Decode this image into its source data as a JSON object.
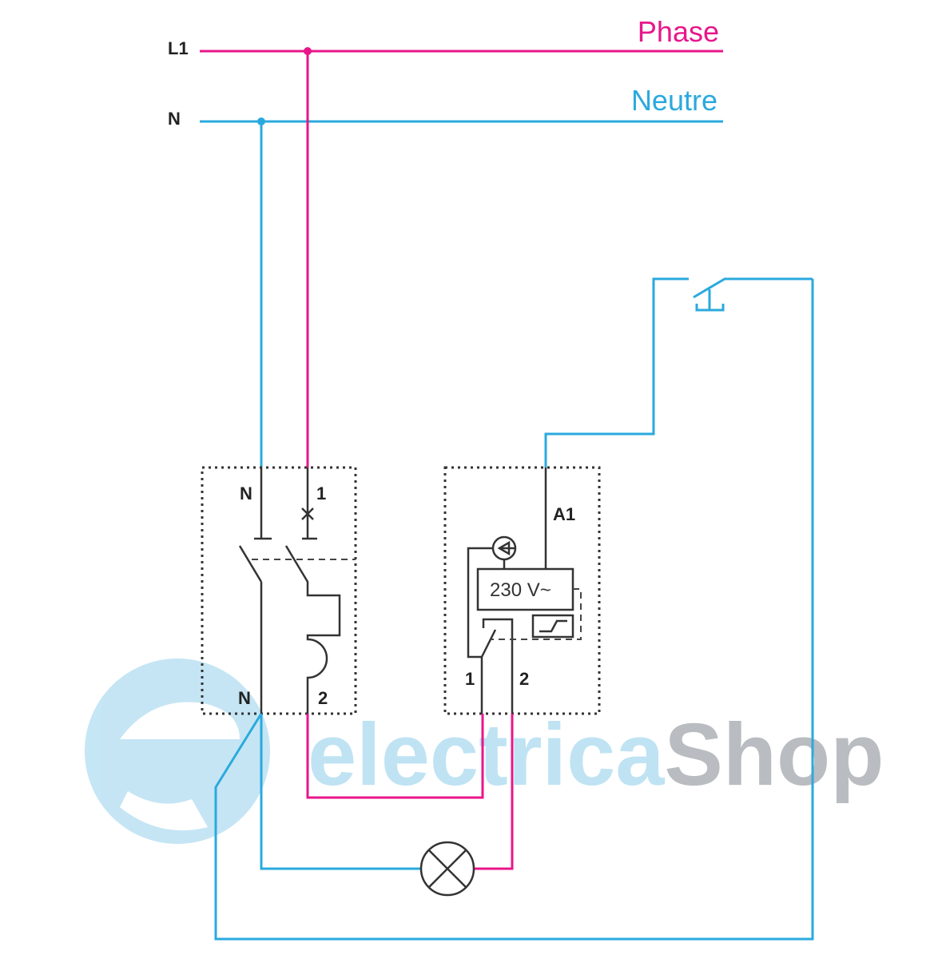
{
  "lines": {
    "phase": {
      "terminal": "L1",
      "label": "Phase",
      "color": "#e8168a"
    },
    "neutral": {
      "terminal": "N",
      "label": "Neutre",
      "color": "#2aa9de"
    }
  },
  "breaker": {
    "top_left": "N",
    "top_right": "1",
    "bottom_left": "N",
    "bottom_right": "2"
  },
  "relay": {
    "coil_terminal": "A1",
    "voltage": "230 V~",
    "contact_left": "1",
    "contact_right": "2"
  },
  "watermark": {
    "part1": "electrica",
    "part2": "Shop",
    "color1": "#bfe3f3",
    "color2": "#b9bcc0"
  }
}
